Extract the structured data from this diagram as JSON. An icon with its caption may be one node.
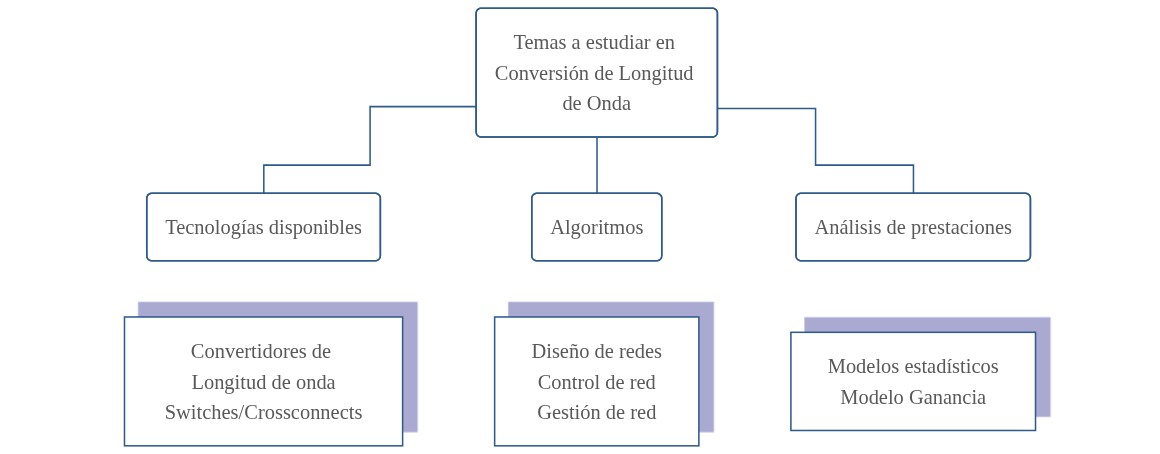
{
  "diagram": {
    "nodes": [
      {
        "text": [
          "Temas a estudiar en Conversión de Longitud de Onda"
        ]
      },
      {
        "text": [
          "Tecnologías disponibles"
        ]
      },
      {
        "text": [
          "Algoritmos"
        ]
      },
      {
        "text": [
          "Análisis de prestaciones"
        ]
      },
      {
        "text": [
          "Convertidores de Longitud de onda",
          "Switches/Crossconnects"
        ]
      },
      {
        "text": [
          "Diseño de redes",
          "Control de red",
          "Gestión de red"
        ]
      },
      {
        "text": [
          "Modelos estadísticos",
          "Modelo Ganancia"
        ]
      }
    ],
    "edges": [
      {
        "from": 0,
        "to": 1,
        "arrow": "none"
      },
      {
        "from": 0,
        "to": 2,
        "arrow": "none"
      },
      {
        "from": 0,
        "to": 3,
        "arrow": "none"
      }
    ]
  }
}
